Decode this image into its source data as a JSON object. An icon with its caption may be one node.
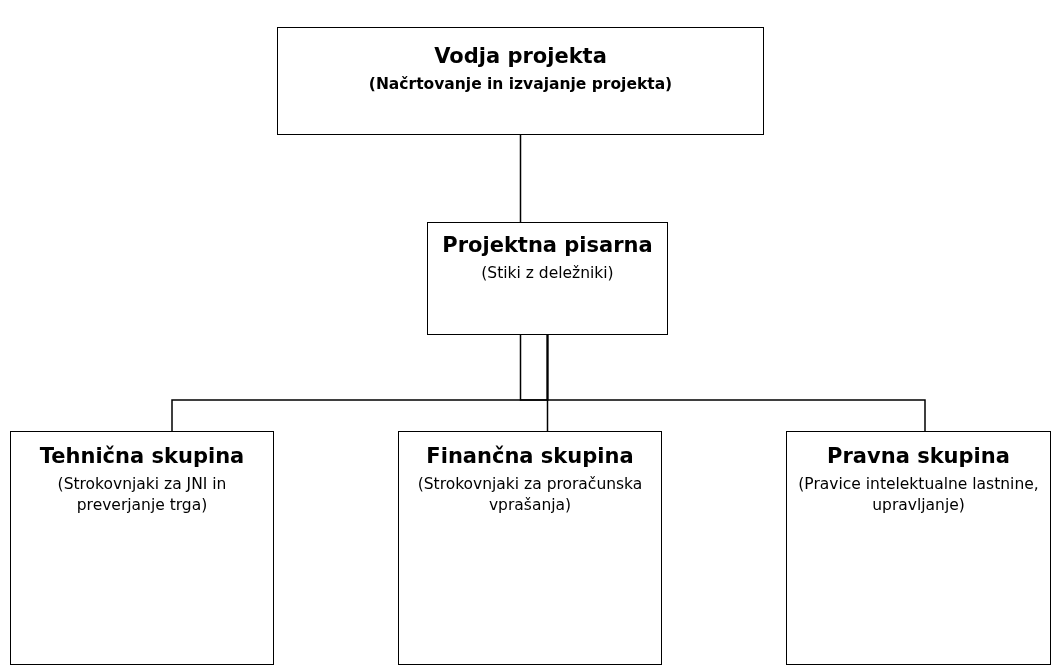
{
  "diagram": {
    "nodes": [
      {
        "text": [
          "Vodja projekta",
          "(Načrtovanje in izvajanje projekta)"
        ]
      },
      {
        "text": [
          "Projektna pisarna",
          "(Stiki z deležniki)"
        ]
      },
      {
        "text": [
          "Tehnična skupina",
          "(Strokovnjaki za JNI in preverjanje trga)"
        ]
      },
      {
        "text": [
          "Finančna skupina",
          "(Strokovnjaki za proračunska vprašanja)"
        ]
      },
      {
        "text": [
          "Pravna skupina",
          "(Pravice intelektualne lastnine, upravljanje)"
        ]
      }
    ],
    "edges": [
      {
        "from": 0,
        "to": 1,
        "arrow": "none"
      },
      {
        "from": 1,
        "to": 2,
        "arrow": "none"
      },
      {
        "from": 1,
        "to": 3,
        "arrow": "none"
      },
      {
        "from": 1,
        "to": 4,
        "arrow": "none"
      }
    ]
  }
}
